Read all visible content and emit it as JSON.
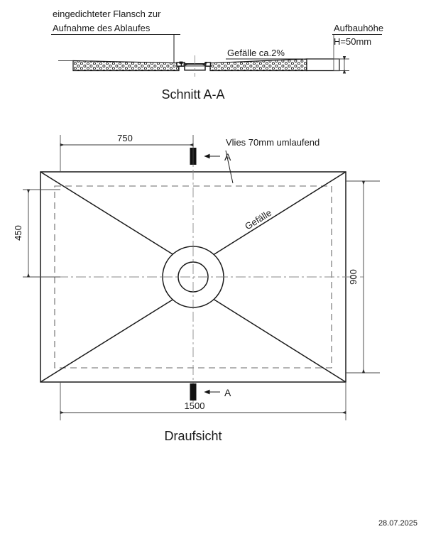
{
  "document": {
    "type": "technical-drawing",
    "language": "de",
    "date": "28.07.2025"
  },
  "section_view": {
    "title": "Schnitt A-A",
    "flange_note_line1": "eingedichteter Flansch zur",
    "flange_note_line2": "Aufnahme des Ablaufes",
    "slope_label": "Gefälle ca.2%",
    "height_note_line1": "Aufbauhöhe",
    "height_note_line2": "H=50mm"
  },
  "plan_view": {
    "title": "Draufsicht",
    "fleece_note": "Vlies 70mm umlaufend",
    "slope_label": "Gefälle",
    "section_marker_top": "A",
    "section_marker_bottom": "A",
    "dimensions": {
      "top_offset": "750",
      "left_offset": "450",
      "right_total": "900",
      "bottom_total": "1500"
    }
  },
  "colors": {
    "line": "#1a1a1a",
    "thin_line": "#4a4a4a",
    "dashed_line": "#6a6a6a",
    "center_line": "#8a8a8a",
    "background": "#ffffff"
  }
}
